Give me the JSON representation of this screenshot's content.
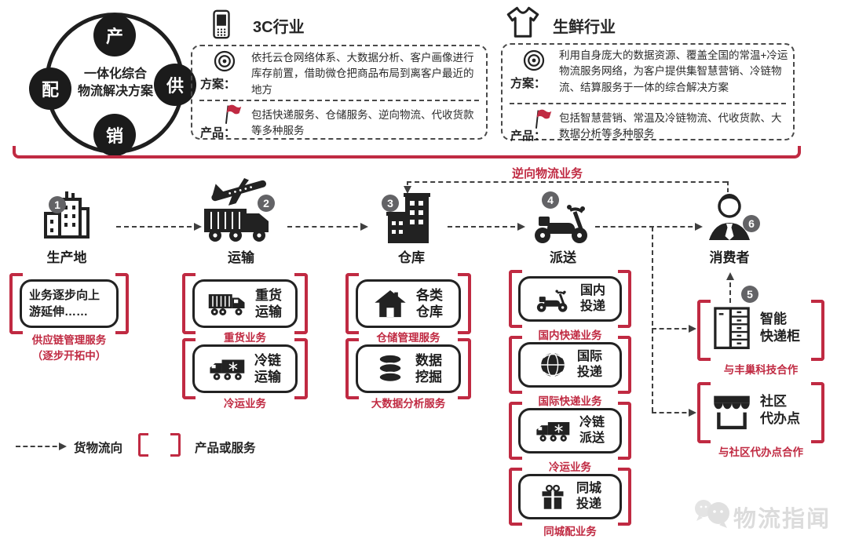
{
  "colors": {
    "accent_red": "#c02a42",
    "ink": "#222222",
    "badge_gray": "#636366",
    "watermark_gray": "#dcdcdc"
  },
  "cycle": {
    "center_text": "一体化综合\n物流解决方案",
    "nodes": [
      {
        "label": "产"
      },
      {
        "label": "供"
      },
      {
        "label": "销"
      },
      {
        "label": "配"
      }
    ]
  },
  "industries": [
    {
      "icon": "mobile-phone-icon",
      "title": "3C行业",
      "solution_icon": "target-icon",
      "solution_label": "方案：",
      "solution_text": "依托云仓网络体系、大数据分析、客户画像进行库存前置，借助微仓把商品布局到离客户最近的地方",
      "product_icon": "flag-icon",
      "product_label": "产品：",
      "product_text": "包括快递服务、仓储服务、逆向物流、代收货款等多种服务"
    },
    {
      "icon": "tshirt-icon",
      "title": "生鲜行业",
      "solution_icon": "target-icon",
      "solution_label": "方案：",
      "solution_text": "利用自身庞大的数据资源、覆盖全国的常温+冷运物流服务网络，为客户提供集智慧营销、冷链物流、结算服务于一体的综合解决方案",
      "product_icon": "flag-icon",
      "product_label": "产品：",
      "product_text": "包括智慧营销、常温及冷链物流、代收货款、大数据分析等多种服务"
    }
  ],
  "flow": {
    "reverse_label": "逆向物流业务",
    "steps": [
      {
        "num": "1",
        "label": "生产地",
        "icon": "factory-icon"
      },
      {
        "num": "2",
        "label": "运输",
        "icon": "truck-plane-icon"
      },
      {
        "num": "3",
        "label": "仓库",
        "icon": "warehouse-icon"
      },
      {
        "num": "4",
        "label": "派送",
        "icon": "scooter-icon"
      },
      {
        "num": "6",
        "label": "消费者",
        "icon": "consumer-icon"
      }
    ]
  },
  "columns": [
    {
      "under": "生产地",
      "boxes": [
        {
          "text": "业务逐步向上游延伸……",
          "caption": "供应链管理服务\n（逐步开拓中）"
        }
      ]
    },
    {
      "under": "运输",
      "boxes": [
        {
          "icon": "heavy-truck-icon",
          "text": "重货\n运输",
          "caption": "重货业务"
        },
        {
          "icon": "cold-chain-truck-icon",
          "text": "冷链\n运输",
          "caption": "冷运业务"
        }
      ]
    },
    {
      "under": "仓库",
      "boxes": [
        {
          "icon": "house-icon",
          "text": "各类\n仓库",
          "caption": "仓储管理服务"
        },
        {
          "icon": "database-icon",
          "text": "数据\n挖掘",
          "caption": "大数据分析服务"
        }
      ]
    },
    {
      "under": "派送",
      "boxes": [
        {
          "icon": "delivery-scooter-icon",
          "text": "国内\n投递",
          "caption": "国内快递业务"
        },
        {
          "icon": "globe-icon",
          "text": "国际\n投递",
          "caption": "国际快递业务"
        },
        {
          "icon": "cold-chain-truck-icon",
          "text": "冷链\n派送",
          "caption": "冷运业务"
        },
        {
          "icon": "gift-icon",
          "text": "同城\n投递",
          "caption": "同城配业务"
        }
      ]
    },
    {
      "under": "消费者",
      "boxes": [
        {
          "num": "5",
          "icon": "smart-locker-icon",
          "text": "智能\n快递柜",
          "caption": "与丰巢科技合作"
        },
        {
          "icon": "community-store-icon",
          "text": "社区\n代办点",
          "caption": "与社区代办点合作"
        }
      ]
    }
  ],
  "legend": {
    "flow_label": "货物流向",
    "bracket_label": "产品或服务"
  },
  "watermark": {
    "icon": "chat-bubbles-icon",
    "text": "物流指闻"
  }
}
